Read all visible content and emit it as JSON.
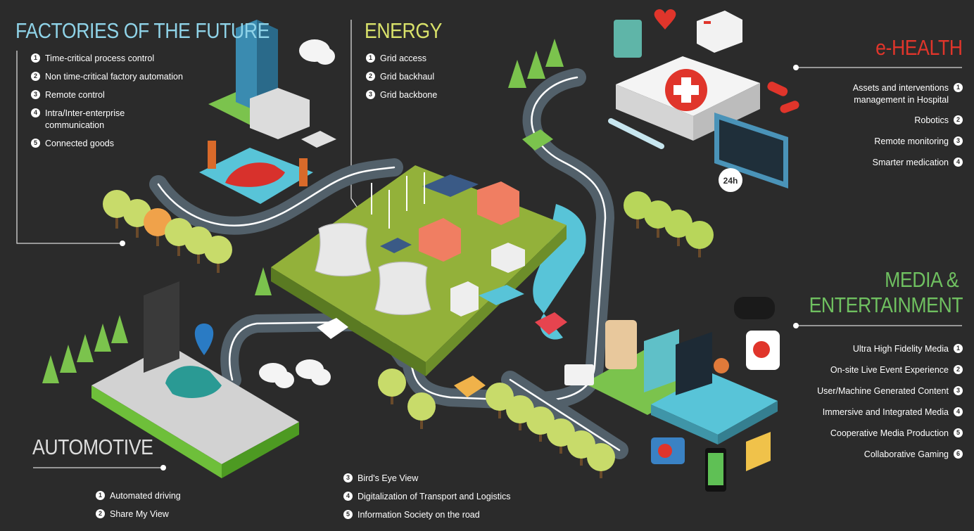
{
  "colors": {
    "background": "#2b2b2b",
    "factories_title": "#8fd3e8",
    "energy_title": "#d9e26a",
    "health_title": "#e0352b",
    "media_title": "#6fc060",
    "automotive_title": "#dedede",
    "text": "#ffffff"
  },
  "factories": {
    "title": "FACTORIES OF THE FUTURE",
    "items": [
      {
        "num": "1",
        "text": "Time-critical process control"
      },
      {
        "num": "2",
        "text": "Non time-critical factory automation"
      },
      {
        "num": "3",
        "text": "Remote control"
      },
      {
        "num": "4",
        "text": "Intra/Inter-enterprise communication"
      },
      {
        "num": "5",
        "text": "Connected goods"
      }
    ]
  },
  "energy": {
    "title": "ENERGY",
    "items": [
      {
        "num": "1",
        "text": "Grid access"
      },
      {
        "num": "2",
        "text": "Grid backhaul"
      },
      {
        "num": "3",
        "text": "Grid backbone"
      }
    ]
  },
  "health": {
    "title": "e-HEALTH",
    "items": [
      {
        "num": "1",
        "text": "Assets and interventions management in Hospital"
      },
      {
        "num": "2",
        "text": "Robotics"
      },
      {
        "num": "3",
        "text": "Remote monitoring"
      },
      {
        "num": "4",
        "text": "Smarter medication"
      }
    ],
    "clock_label": "24h"
  },
  "media": {
    "title_line1": "MEDIA &",
    "title_line2": "ENTERTAINMENT",
    "items": [
      {
        "num": "1",
        "text": "Ultra High Fidelity Media"
      },
      {
        "num": "2",
        "text": "On-site Live Event Experience"
      },
      {
        "num": "3",
        "text": "User/Machine Generated Content"
      },
      {
        "num": "4",
        "text": "Immersive and Integrated Media"
      },
      {
        "num": "5",
        "text": "Cooperative Media Production"
      },
      {
        "num": "6",
        "text": "Collaborative Gaming"
      }
    ]
  },
  "automotive": {
    "title": "AUTOMOTIVE",
    "items": [
      {
        "num": "1",
        "text": "Automated driving"
      },
      {
        "num": "2",
        "text": "Share My View"
      }
    ],
    "road_items": [
      {
        "num": "3",
        "text": "Bird's Eye View"
      },
      {
        "num": "4",
        "text": "Digitalization of Transport and Logistics"
      },
      {
        "num": "5",
        "text": "Information Society on the road"
      }
    ]
  },
  "icons": {
    "health": [
      "medicine-box-icon",
      "heart-icon",
      "ambulance-icon",
      "pill-icon",
      "syringe-icon",
      "xray-monitor-icon",
      "clock-24h-icon",
      "first-aid-kit-icon"
    ],
    "media": [
      "gamepad-icon",
      "play-button-icon",
      "action-camera-icon",
      "photo-camera-icon",
      "smartphone-music-icon",
      "envelope-icon"
    ],
    "scene": [
      "cloud-icon",
      "tree-icon",
      "wind-turbine-icon",
      "solar-panel-icon",
      "cooling-tower-icon",
      "factory-icon",
      "robot-arm-icon",
      "car-icon",
      "location-pin-icon"
    ]
  }
}
